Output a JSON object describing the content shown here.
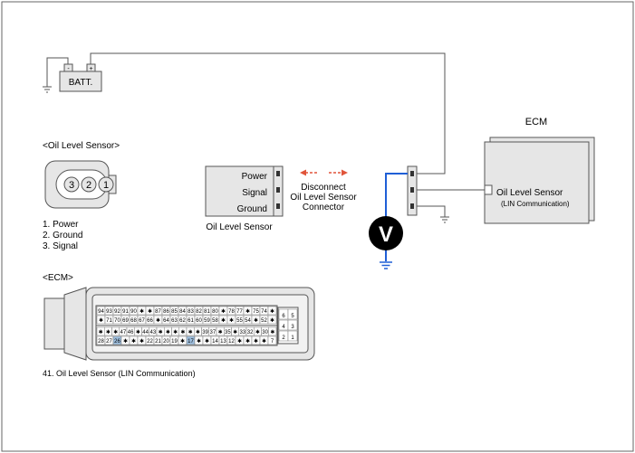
{
  "battery": {
    "label": "BATT.",
    "neg_symbol": "-",
    "pos_symbol": "+"
  },
  "ecm_module": {
    "title": "ECM",
    "pin_label": "Oil Level Sensor",
    "pin_sublabel": "(LIN Communication)"
  },
  "sensor_module": {
    "caption": "Oil Level Sensor",
    "pins": [
      "Power",
      "Signal",
      "Ground"
    ]
  },
  "disconnect": {
    "lines": [
      "Disconnect",
      "Oil Level Sensor",
      "Connector"
    ]
  },
  "voltmeter": {
    "symbol": "V"
  },
  "oil_sensor_connector": {
    "heading": "<Oil Level Sensor>",
    "pins": [
      "3",
      "2",
      "1"
    ],
    "legend": [
      "1. Power",
      "2. Ground",
      "3. Signal"
    ]
  },
  "ecm_connector": {
    "heading": "<ECM>",
    "row1": [
      "94",
      "93",
      "92",
      "91",
      "90",
      "✱",
      "✱",
      "87",
      "86",
      "85",
      "84",
      "83",
      "82",
      "81",
      "80",
      "✱",
      "78",
      "77",
      "✱",
      "75",
      "74",
      "✱"
    ],
    "row2": [
      "✱",
      "71",
      "70",
      "69",
      "68",
      "67",
      "66",
      "✱",
      "64",
      "63",
      "62",
      "61",
      "60",
      "59",
      "58",
      "✱",
      "✱",
      "55",
      "54",
      "✱",
      "52",
      "✱"
    ],
    "row3": [
      "✱",
      "✱",
      "✱",
      "47",
      "46",
      "✱",
      "44",
      "43",
      "✱",
      "✱",
      "✱",
      "✱",
      "✱",
      "✱",
      "39",
      "37",
      "✱",
      "35",
      "✱",
      "33",
      "32",
      "✱",
      "30",
      "✱"
    ],
    "row4": [
      "28",
      "27",
      "26",
      "✱",
      "✱",
      "✱",
      "22",
      "21",
      "20",
      "19",
      "✱",
      "17",
      "✱",
      "✱",
      "14",
      "13",
      "12",
      "✱",
      "✱",
      "✱",
      "✱",
      "7"
    ],
    "side_pins": [
      "6",
      "5",
      "4",
      "3",
      "2",
      "1"
    ],
    "legend": "41. Oil Level Sensor (LIN Communication)"
  },
  "colors": {
    "line": "#555555",
    "measure": "#1f5fd6",
    "arrow": "#e0543a",
    "fill": "#e6e6e6",
    "pin_highlight": "#9fc0e0"
  }
}
